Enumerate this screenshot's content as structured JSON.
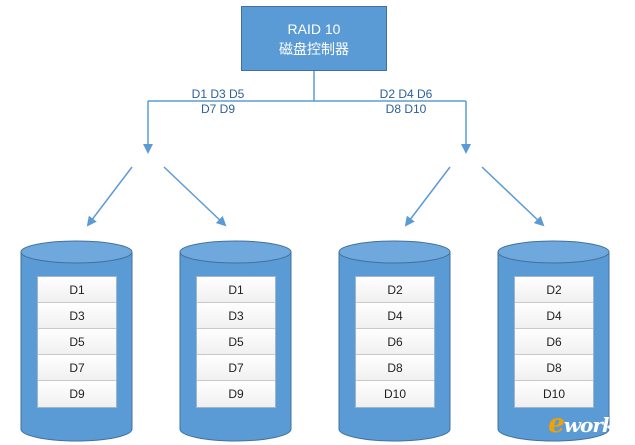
{
  "controller": {
    "line1": "RAID 10",
    "line2": "磁盘控制器"
  },
  "branches": [
    {
      "line1": "D1 D3 D5",
      "line2": "D7 D9"
    },
    {
      "line1": "D2 D4 D6",
      "line2": "D8 D10"
    }
  ],
  "disks": [
    {
      "blocks": [
        "D1",
        "D3",
        "D5",
        "D7",
        "D9"
      ]
    },
    {
      "blocks": [
        "D1",
        "D3",
        "D5",
        "D7",
        "D9"
      ]
    },
    {
      "blocks": [
        "D2",
        "D4",
        "D6",
        "D8",
        "D10"
      ]
    },
    {
      "blocks": [
        "D2",
        "D4",
        "D6",
        "D8",
        "D10"
      ]
    }
  ],
  "watermark": {
    "prefix": "e",
    "text": "works"
  },
  "colors": {
    "disk_fill": "#5b9bd5",
    "disk_stroke": "#41719c",
    "arrow": "#5b9bd5",
    "label_text": "#2e5f99"
  }
}
